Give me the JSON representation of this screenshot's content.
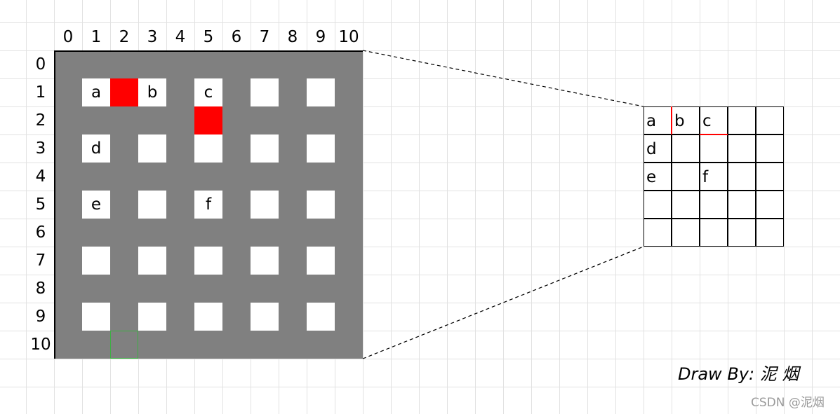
{
  "diagram": {
    "column_labels": [
      "0",
      "1",
      "2",
      "3",
      "4",
      "5",
      "6",
      "7",
      "8",
      "9",
      "10"
    ],
    "row_labels": [
      "0",
      "1",
      "2",
      "3",
      "4",
      "5",
      "6",
      "7",
      "8",
      "9",
      "10"
    ],
    "colors": {
      "board": "#808080",
      "white_cell": "#ffffff",
      "red_cell": "#ff0000",
      "green_outline": "#3cb043",
      "zoom_border": "#000000"
    },
    "white_cells": [
      {
        "row": 1,
        "col": 1,
        "label": "a"
      },
      {
        "row": 1,
        "col": 3,
        "label": "b"
      },
      {
        "row": 1,
        "col": 5,
        "label": "c"
      },
      {
        "row": 1,
        "col": 7,
        "label": ""
      },
      {
        "row": 1,
        "col": 9,
        "label": ""
      },
      {
        "row": 3,
        "col": 1,
        "label": "d"
      },
      {
        "row": 3,
        "col": 3,
        "label": ""
      },
      {
        "row": 3,
        "col": 5,
        "label": ""
      },
      {
        "row": 3,
        "col": 7,
        "label": ""
      },
      {
        "row": 3,
        "col": 9,
        "label": ""
      },
      {
        "row": 5,
        "col": 1,
        "label": "e"
      },
      {
        "row": 5,
        "col": 3,
        "label": ""
      },
      {
        "row": 5,
        "col": 5,
        "label": "f"
      },
      {
        "row": 5,
        "col": 7,
        "label": ""
      },
      {
        "row": 5,
        "col": 9,
        "label": ""
      },
      {
        "row": 7,
        "col": 1,
        "label": ""
      },
      {
        "row": 7,
        "col": 3,
        "label": ""
      },
      {
        "row": 7,
        "col": 5,
        "label": ""
      },
      {
        "row": 7,
        "col": 7,
        "label": ""
      },
      {
        "row": 7,
        "col": 9,
        "label": ""
      },
      {
        "row": 9,
        "col": 1,
        "label": ""
      },
      {
        "row": 9,
        "col": 3,
        "label": ""
      },
      {
        "row": 9,
        "col": 5,
        "label": ""
      },
      {
        "row": 9,
        "col": 7,
        "label": ""
      },
      {
        "row": 9,
        "col": 9,
        "label": ""
      }
    ],
    "red_cells": [
      {
        "row": 1,
        "col": 2
      },
      {
        "row": 2,
        "col": 5
      }
    ],
    "green_cells": [
      {
        "row": 10,
        "col": 2
      }
    ],
    "zoom_grid": {
      "rows": 5,
      "cols": 5,
      "labels": [
        {
          "row": 0,
          "col": 0,
          "label": "a"
        },
        {
          "row": 0,
          "col": 1,
          "label": "b"
        },
        {
          "row": 0,
          "col": 2,
          "label": "c"
        },
        {
          "row": 1,
          "col": 0,
          "label": "d"
        },
        {
          "row": 2,
          "col": 0,
          "label": "e"
        },
        {
          "row": 2,
          "col": 2,
          "label": "f"
        }
      ]
    }
  },
  "signature": "Draw By:  泥  烟",
  "watermark": "CSDN @泥烟"
}
